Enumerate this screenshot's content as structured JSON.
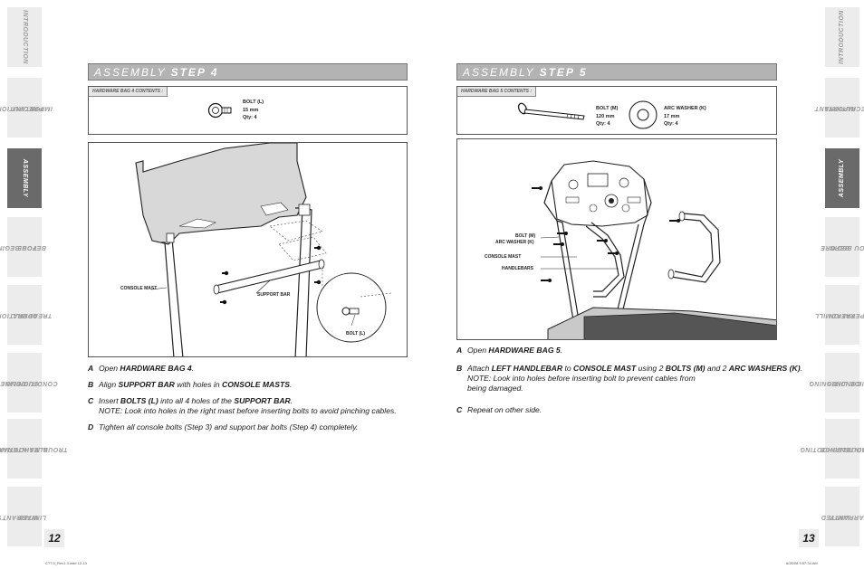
{
  "left_nav": [
    {
      "line1": "INTRODUCTION",
      "line2": ""
    },
    {
      "line1": "IMPORTANT",
      "line2": "PRECAUTIONS"
    },
    {
      "line1": "ASSEMBLY",
      "line2": ""
    },
    {
      "line1": "BEFORE",
      "line2": "YOU BEGIN"
    },
    {
      "line1": "TREADMILL",
      "line2": "OPERATION"
    },
    {
      "line1": "CONDITIONING",
      "line2": "GUIDELINES"
    },
    {
      "line1": "TROUBLESHOOTING",
      "line2": "& MAINTENANCE"
    },
    {
      "line1": "LIMITED",
      "line2": "WARRANTY"
    }
  ],
  "right_nav": [
    {
      "line1": "INTRODUCTION",
      "line2": ""
    },
    {
      "line1": "IMPORTANT",
      "line2": "PRECAUTIONS"
    },
    {
      "line1": "ASSEMBLY",
      "line2": ""
    },
    {
      "line1": "BEFORE",
      "line2": "YOU BEGIN"
    },
    {
      "line1": "TREADMILL",
      "line2": "OPERATION"
    },
    {
      "line1": "CONDITIONING",
      "line2": "GUIDE LINES"
    },
    {
      "line1": "TROUBLESHOOTING",
      "line2": "& MAINTENANCE"
    },
    {
      "line1": "LIMITED",
      "line2": "WARRANTY"
    }
  ],
  "active_tab_index": 2,
  "page_left_number": "12",
  "page_right_number": "13",
  "step4": {
    "title_prefix": "ASSEMBLY",
    "title_step": "STEP 4",
    "hw_label": "HARDWARE BAG 4 CONTENTS :",
    "bolt": {
      "name": "BOLT (L)",
      "size": "15 mm",
      "qty": "Qty: 4"
    },
    "callouts": {
      "console_mast": "CONSOLE MAST",
      "support_bar": "SUPPORT BAR",
      "bolt": "BOLT (L)"
    },
    "instructions": {
      "a": {
        "letter": "A",
        "pre": "Open ",
        "b1": "HARDWARE BAG 4",
        "post": "."
      },
      "b": {
        "letter": "B",
        "pre": "Align ",
        "b1": "SUPPORT BAR",
        "mid": " with holes in ",
        "b2": "CONSOLE MASTS",
        "post": "."
      },
      "c": {
        "letter": "C",
        "pre": "Insert ",
        "b1": "BOLTS (L)",
        "mid": " into all 4 holes of the ",
        "b2": "SUPPORT BAR",
        "post": ".",
        "note": "NOTE: Look into holes in the right mast before inserting bolts to avoid pinching cables."
      },
      "d": {
        "letter": "D",
        "text": "Tighten all console bolts (Step 3) and support bar bolts (Step 4) completely."
      }
    }
  },
  "step5": {
    "title_prefix": "ASSEMBLY",
    "title_step": "STEP 5",
    "hw_label": "HARDWARE BAG 5 CONTENTS :",
    "bolt": {
      "name": "BOLT (M)",
      "size": "120 mm",
      "qty": "Qty: 4"
    },
    "washer": {
      "name": "ARC WASHER (K)",
      "size": "17 mm",
      "qty": "Qty: 4"
    },
    "callouts": {
      "bolt": "BOLT (M)",
      "washer": "ARC WASHER (K)",
      "console_mast": "CONSOLE MAST",
      "handlebars": "HANDLEBARS"
    },
    "instructions": {
      "a": {
        "letter": "A",
        "pre": "Open ",
        "b1": "HARDWARE BAG 5",
        "post": "."
      },
      "b": {
        "letter": "B",
        "pre": "Attach ",
        "b1": "LEFT HANDLEBAR",
        "mid": " to ",
        "b2": "CONSOLE MAST",
        "mid2": " using 2 ",
        "b3": "BOLTS (M)",
        "mid3": " and 2 ",
        "b4": "ARC WASHERS (K)",
        "post": ".",
        "note1": "NOTE: Look into holes before inserting bolt to prevent cables from",
        "note2": "being damaged."
      },
      "c": {
        "letter": "C",
        "text": "Repeat on other side."
      }
    }
  },
  "footer": {
    "left": "CT7.0_Rev1.3.indd   12-13",
    "right": "6/20/08   9:57:34 AM"
  }
}
